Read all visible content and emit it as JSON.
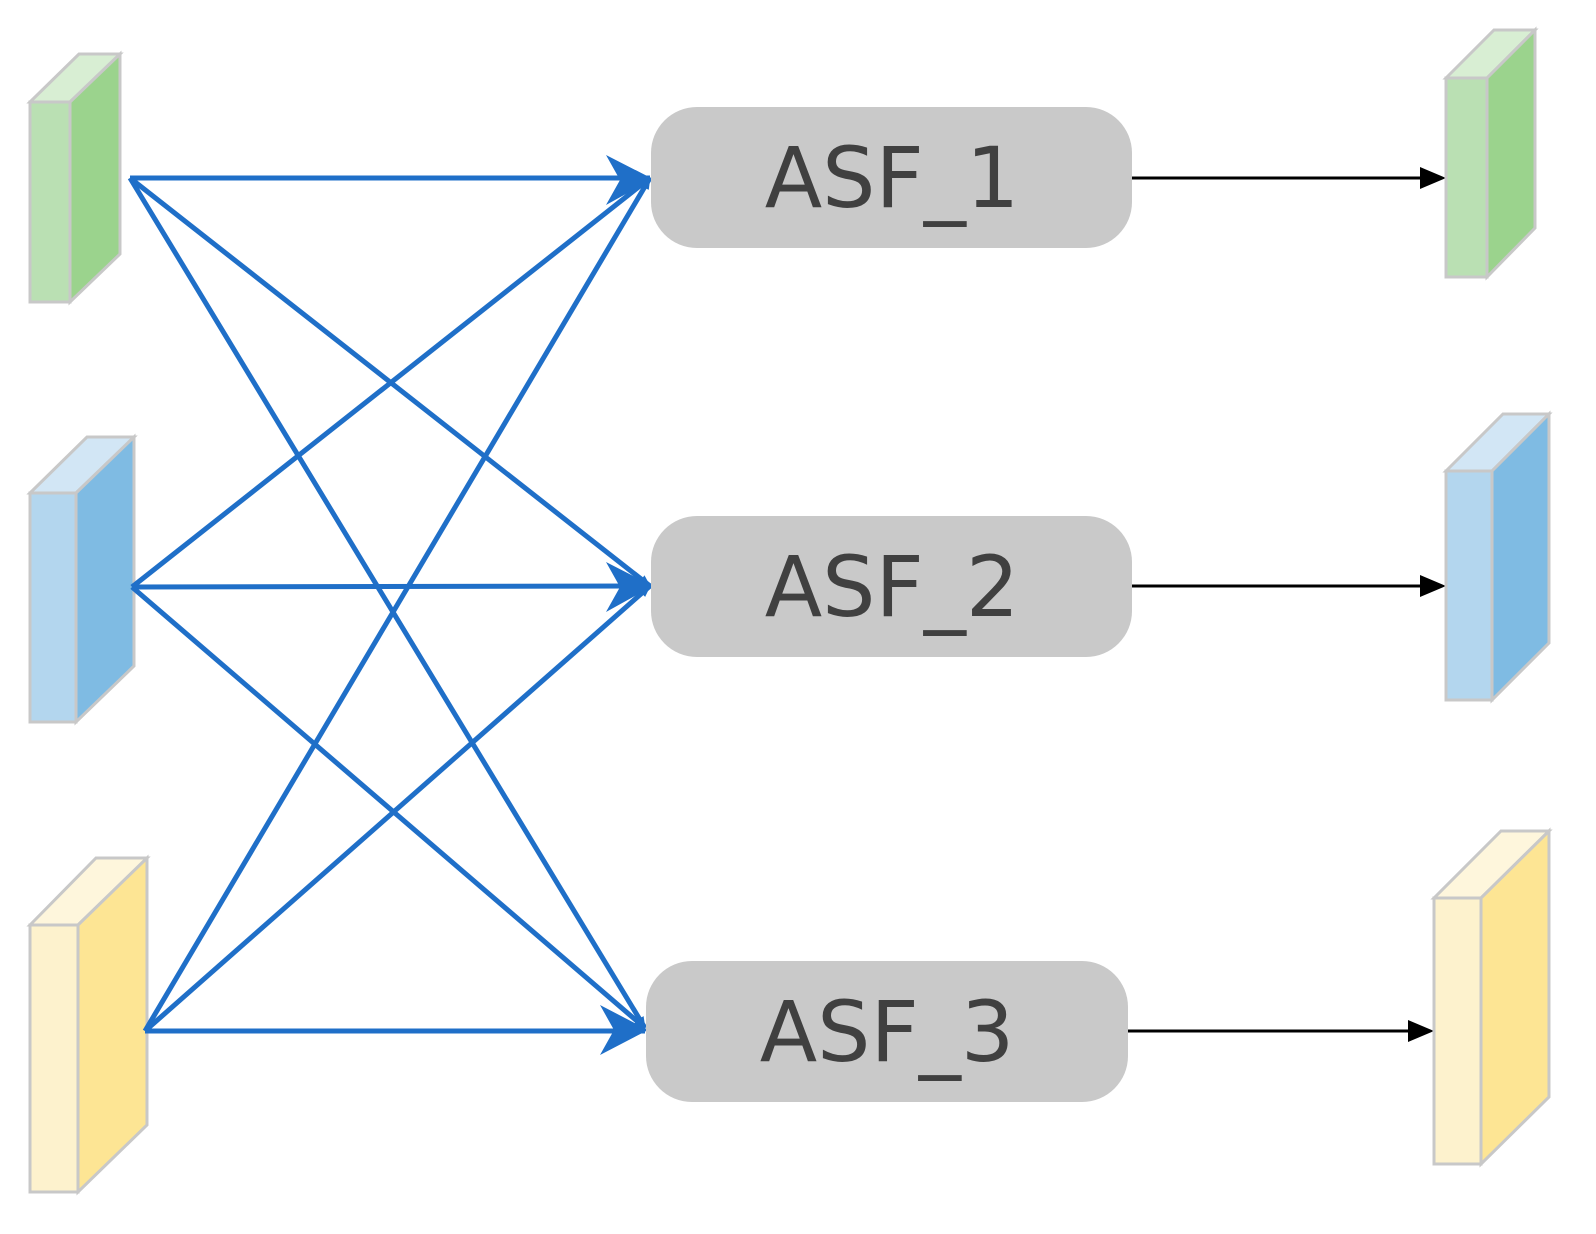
{
  "diagram": {
    "title": "",
    "colors": {
      "background": "#ffffff",
      "connector_blue": "#1f6fc8",
      "connector_black": "#000000",
      "module_fill": "#c9c9c9",
      "module_text": "#404040",
      "block_edge": "#c8c8c8",
      "green": {
        "front": "#bae0b3",
        "side": "#9bd38d",
        "top": "#d8eed3"
      },
      "blue": {
        "front": "#b3d6ee",
        "side": "#7fbbe3",
        "top": "#d2e6f5"
      },
      "yellow": {
        "front": "#fdf2cd",
        "side": "#fde594",
        "top": "#fef6dc"
      }
    },
    "inputs": [
      {
        "name": "input-feature-1",
        "color": "green"
      },
      {
        "name": "input-feature-2",
        "color": "blue"
      },
      {
        "name": "input-feature-3",
        "color": "yellow"
      }
    ],
    "modules": [
      {
        "name": "asf-1",
        "label": "ASF_1"
      },
      {
        "name": "asf-2",
        "label": "ASF_2"
      },
      {
        "name": "asf-3",
        "label": "ASF_3"
      }
    ],
    "outputs": [
      {
        "name": "output-feature-1",
        "color": "green"
      },
      {
        "name": "output-feature-2",
        "color": "blue"
      },
      {
        "name": "output-feature-3",
        "color": "yellow"
      }
    ],
    "connections": "each input connects to every ASF module; each ASF module outputs to one feature map"
  }
}
